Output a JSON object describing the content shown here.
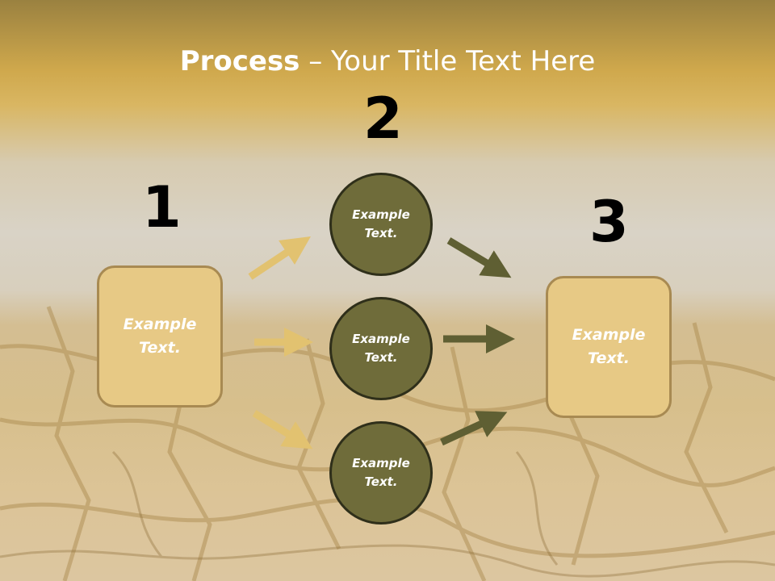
{
  "title": {
    "bold": "Process",
    "rest": " – Your Title Text Here"
  },
  "steps": [
    {
      "number": "1",
      "box_text": "Example Text."
    },
    {
      "number": "2",
      "circles": [
        "Example Text.",
        "Example Text.",
        "Example Text."
      ]
    },
    {
      "number": "3",
      "box_text": "Example Text."
    }
  ],
  "colors": {
    "box_fill": "#e7c985",
    "circle_fill": "#6f6c3a",
    "light_arrow": "#e2c270",
    "dark_arrow": "#5f5f33"
  }
}
